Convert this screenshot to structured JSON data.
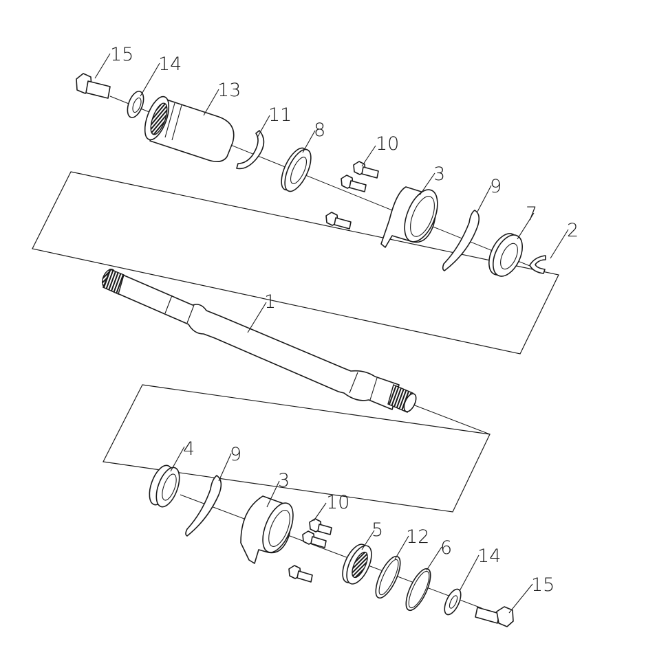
{
  "callouts": [
    {
      "id": "c15a",
      "text": "15"
    },
    {
      "id": "c14a",
      "text": "14"
    },
    {
      "id": "c13",
      "text": "13"
    },
    {
      "id": "c11",
      "text": "11"
    },
    {
      "id": "c8",
      "text": "8"
    },
    {
      "id": "c10a",
      "text": "10"
    },
    {
      "id": "c3a",
      "text": "3"
    },
    {
      "id": "c9a",
      "text": "9"
    },
    {
      "id": "c7",
      "text": "7"
    },
    {
      "id": "c2",
      "text": "2"
    },
    {
      "id": "c1",
      "text": "1"
    },
    {
      "id": "c4",
      "text": "4"
    },
    {
      "id": "c9b",
      "text": "9"
    },
    {
      "id": "c3b",
      "text": "3"
    },
    {
      "id": "c10b",
      "text": "10"
    },
    {
      "id": "c5",
      "text": "5"
    },
    {
      "id": "c12",
      "text": "12"
    },
    {
      "id": "c6",
      "text": "6"
    },
    {
      "id": "c14b",
      "text": "14"
    },
    {
      "id": "c15b",
      "text": "15"
    }
  ]
}
